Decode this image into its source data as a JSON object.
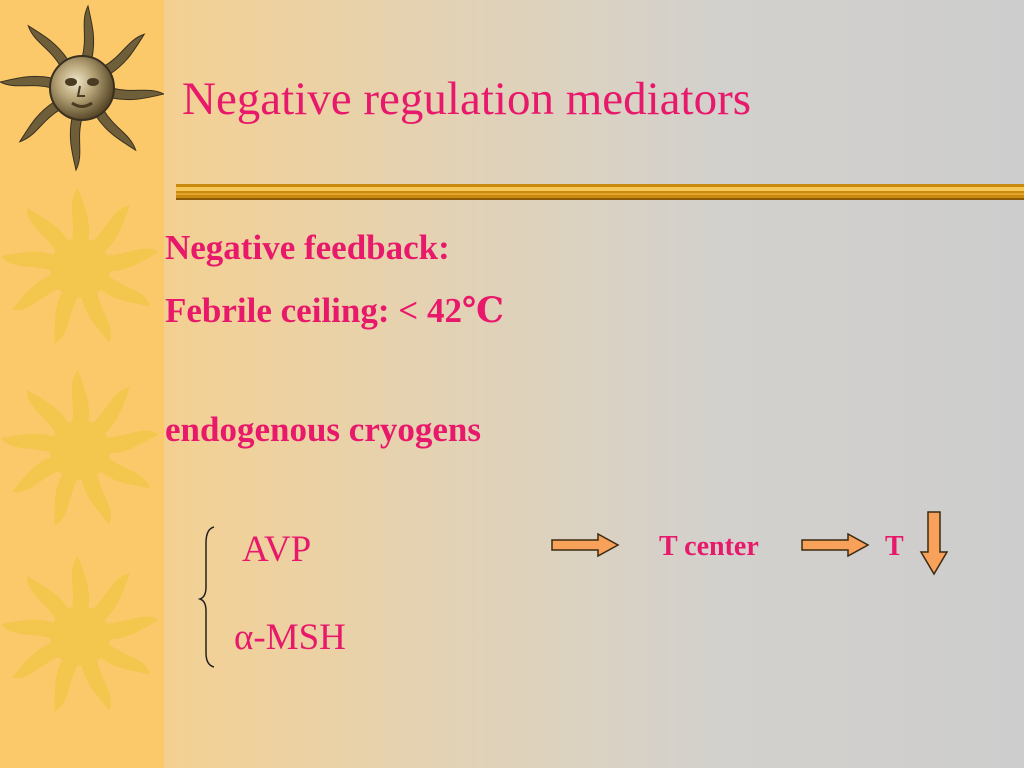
{
  "slide": {
    "title": "Negative regulation mediators",
    "lines": [
      "Negative feedback:",
      "Febrile ceiling: < 42℃",
      "endogenous cryogens"
    ],
    "mediators": [
      "AVP",
      "α-MSH"
    ],
    "flow": {
      "center_label": "T  center",
      "result_label": "T"
    }
  },
  "icons": {
    "top": "sun-face-icon",
    "decor": "sun-icon",
    "arrow_right": "right-arrow-icon",
    "arrow_down": "down-arrow-icon"
  },
  "colors": {
    "text": "#e8196a",
    "sidebar": "#fcc96a",
    "sun": "#f3c64e",
    "rule": "#d4930f",
    "arrow_fill": "#f8a15a",
    "arrow_stroke": "#3a2a10"
  }
}
